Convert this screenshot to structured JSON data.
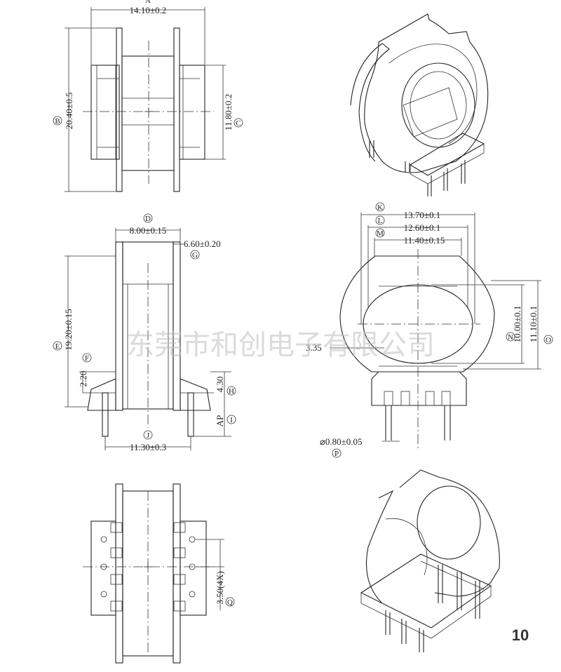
{
  "watermark": "东莞市和创电子有限公司",
  "page_number": "10",
  "front_view": {
    "dim_a": {
      "letter": "A",
      "value": "14.10±0.2"
    },
    "dim_b": {
      "letter": "B",
      "value": "20.40±0.5"
    },
    "dim_c": {
      "letter": "C",
      "value": "11.80±0.2"
    }
  },
  "side_view": {
    "dim_d": {
      "letter": "D",
      "value": "8.00±0.15"
    },
    "dim_g": {
      "letter": "G",
      "value": "6.60±0.20"
    },
    "dim_e": {
      "letter": "E",
      "value": "19.20±0.15"
    },
    "dim_f": {
      "letter": "F",
      "value": "2.20"
    },
    "dim_h": {
      "letter": "H",
      "value": "4.30"
    },
    "dim_i": {
      "letter": "I",
      "value": "AP"
    },
    "dim_j": {
      "letter": "J",
      "value": "11.30±0.3"
    }
  },
  "end_view": {
    "dim_k": {
      "letter": "K",
      "value": "13.70±0.1"
    },
    "dim_l": {
      "letter": "L",
      "value": "12.60±0.1"
    },
    "dim_m": {
      "letter": "M",
      "value": "11.40±0.15"
    },
    "dim_n": {
      "letter": "N",
      "value": "10.00±0.1"
    },
    "dim_o": {
      "letter": "O",
      "value": "11.10±0.1"
    },
    "dim_side": {
      "value": "3.35"
    },
    "dim_p": {
      "letter": "P",
      "value": "⌀0.80±0.05"
    }
  },
  "bottom_view": {
    "dim_q": {
      "letter": "Q",
      "value": "3.50(4X)"
    }
  }
}
